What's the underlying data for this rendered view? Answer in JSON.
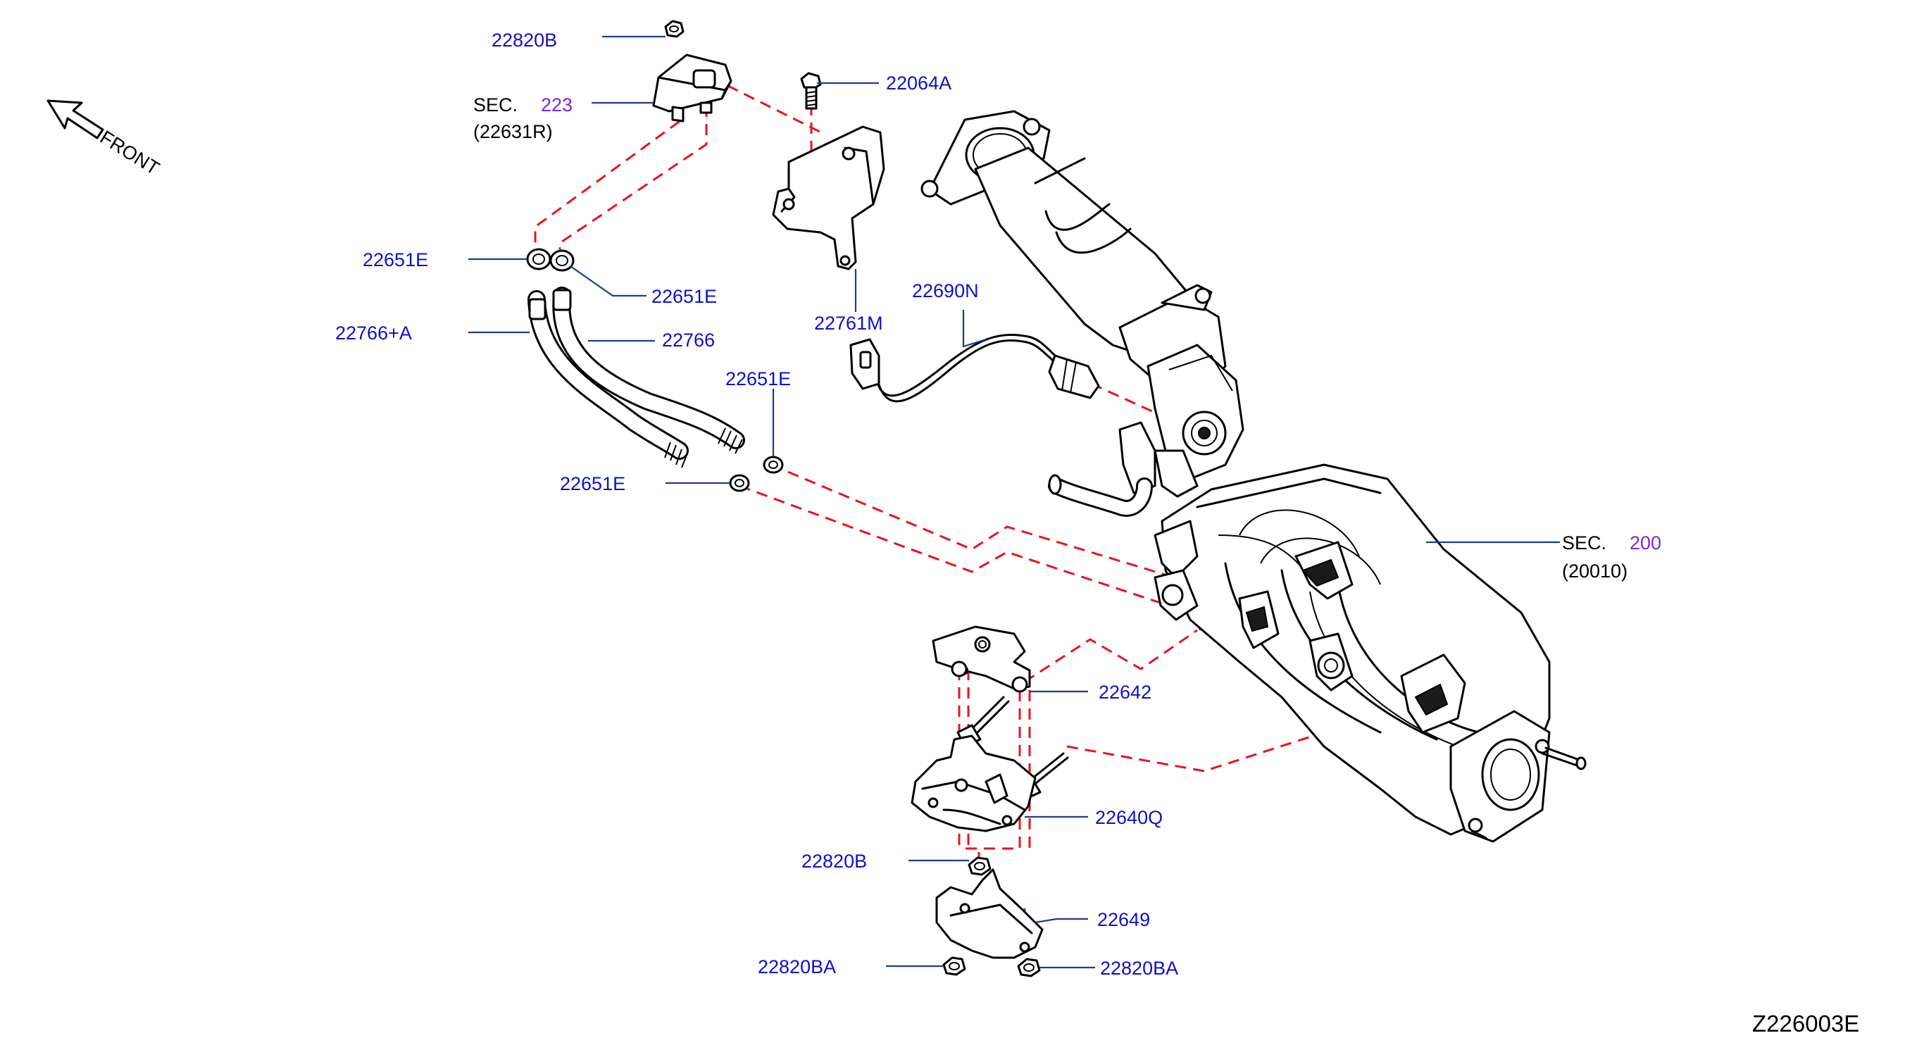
{
  "diagram": {
    "labels": {
      "l_22820B_top": "22820B",
      "l_22064A": "22064A",
      "l_sec_prefix_1": "SEC.",
      "l_sec_num_1": "223",
      "l_sec_ref_1": "(22631R)",
      "l_front": "FRONT",
      "l_22651E_a": "22651E",
      "l_22651E_b": "22651E",
      "l_22766A": "22766+A",
      "l_22766": "22766",
      "l_22761M": "22761M",
      "l_22690N": "22690N",
      "l_22651E_c": "22651E",
      "l_22651E_d": "22651E",
      "l_sec_prefix_2": "SEC.",
      "l_sec_num_2": "200",
      "l_sec_ref_2": "(20010)",
      "l_22642": "22642",
      "l_22640Q": "22640Q",
      "l_22820B_mid": "22820B",
      "l_22649": "22649",
      "l_22820BA_left": "22820BA",
      "l_22820BA_right": "22820BA",
      "l_code": "Z226003E"
    },
    "colors": {
      "part_number": "#1010c8",
      "section_number": "#7a28d8",
      "leader_line": "#1c3e8c",
      "dashed_line": "#e8141c",
      "outline": "#000000"
    },
    "icons": [
      "front-arrow-icon"
    ]
  }
}
